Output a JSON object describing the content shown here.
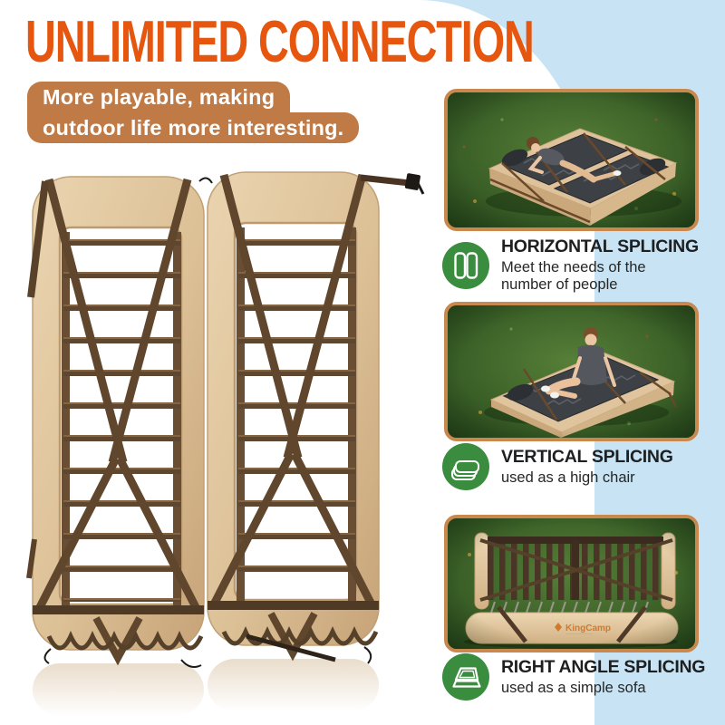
{
  "header": {
    "title": "UNLIMITED CONNECTION"
  },
  "bubble": {
    "line1": "More playable, making",
    "line2": "outdoor life more interesting."
  },
  "features": [
    {
      "title": "HORIZONTAL SPLICING",
      "description": "Meet the needs of the number of people",
      "icon": "horizontal-splicing-icon"
    },
    {
      "title": "VERTICAL SPLICING",
      "description": "used as a high chair",
      "icon": "vertical-splicing-icon"
    },
    {
      "title": "RIGHT ANGLE SPLICING",
      "description": "used as a simple sofa",
      "icon": "right-angle-splicing-icon"
    }
  ],
  "brand": {
    "logo_text": "KingCamp"
  },
  "colors": {
    "accent_orange": "#e6560e",
    "bubble_brown": "#c07a45",
    "photo_border": "#c8884e",
    "green": "#3a8c3e",
    "bg_blue": "#c8e4f4",
    "text_dark": "#1e1f21"
  }
}
